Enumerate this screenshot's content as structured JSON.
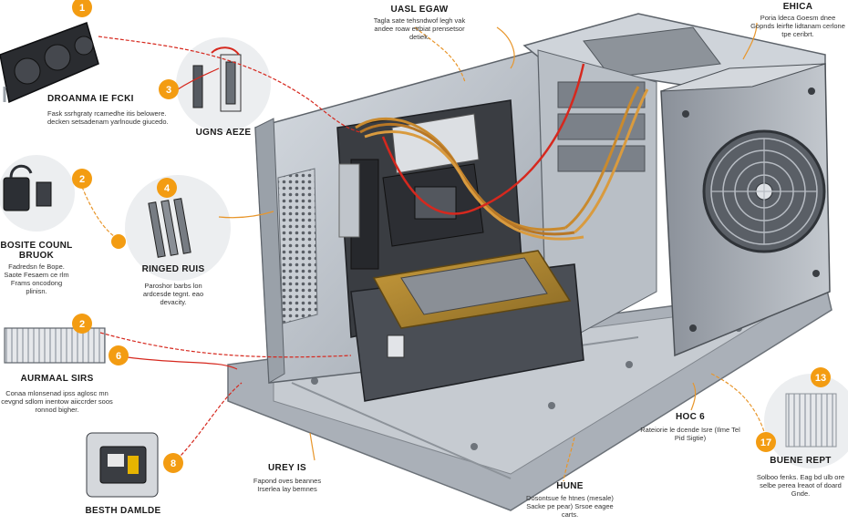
{
  "colors": {
    "accent": "#f39c12",
    "wire_red": "#d6281e",
    "wire_orange": "#e8962b",
    "case_metal": "#b8bec6",
    "case_dark": "#3a3d42"
  },
  "callouts": [
    {
      "id": "gpu",
      "number": "1",
      "title": "DROANMA IE FCKI",
      "desc": "Fask ssrhgraty rcamedhe itis belowere. decken setsadenam yarlnoude giucedo."
    },
    {
      "id": "cable-clip",
      "number": "3",
      "title": "UGNS AEZE",
      "desc": ""
    },
    {
      "id": "top-label",
      "number": "",
      "title": "UASL EGAW",
      "desc": "Tagla sate tehsndwof legh vak andee roaw ettbiat prensetsor detiek."
    },
    {
      "id": "top-right",
      "number": "",
      "title": "EHICA",
      "desc": "Poria ldeca Goesm dnee Gopnds leirfte lidtanam cerlone tpe ceribrt."
    },
    {
      "id": "cooler",
      "number": "2",
      "title": "BOSITE COUNL BRUOK",
      "desc": "Fadredsn fe Bope. Saote Fesaem ce rlm Frams oncodong plinisn."
    },
    {
      "id": "ram",
      "number": "4",
      "title": "RINGED RUIS",
      "desc": "Paroshor barbs lon ardcesde tegnt. eao devacity."
    },
    {
      "id": "cpu",
      "number": "",
      "title": "",
      "desc": ""
    },
    {
      "id": "ssd",
      "number": "2",
      "title": "AURMAAL SIRS",
      "desc": "Conaa mlonsenad ipss aglosc mn cevgnd sdlom inentow aiiccrder soos ronnod bigher."
    },
    {
      "id": "callout-6",
      "number": "6",
      "title": "",
      "desc": ""
    },
    {
      "id": "psu-box",
      "number": "8",
      "title": "BESTH DAMLDE",
      "desc": ""
    },
    {
      "id": "bottom-mid",
      "number": "",
      "title": "UREY IS",
      "desc": "Fapond oves beannes Irserlea lay bemnes"
    },
    {
      "id": "bottom-center",
      "number": "",
      "title": "HUNE",
      "desc": "Dosontsue fe htnes (mesale) Sacke pe pear) Srsoe eagee carts."
    },
    {
      "id": "hoc",
      "number": "",
      "title": "HOC 6",
      "desc": "Rateiorie le dcende Isre (Ilme Tel Pid Sigtie)"
    },
    {
      "id": "fan-filter",
      "number": "13",
      "title": "BUENE REPT",
      "desc": "Solboo fenks. Eag bd ulb ore selbe perea lreaot of doard Gnde."
    },
    {
      "id": "callout-17",
      "number": "17",
      "title": "",
      "desc": ""
    }
  ]
}
